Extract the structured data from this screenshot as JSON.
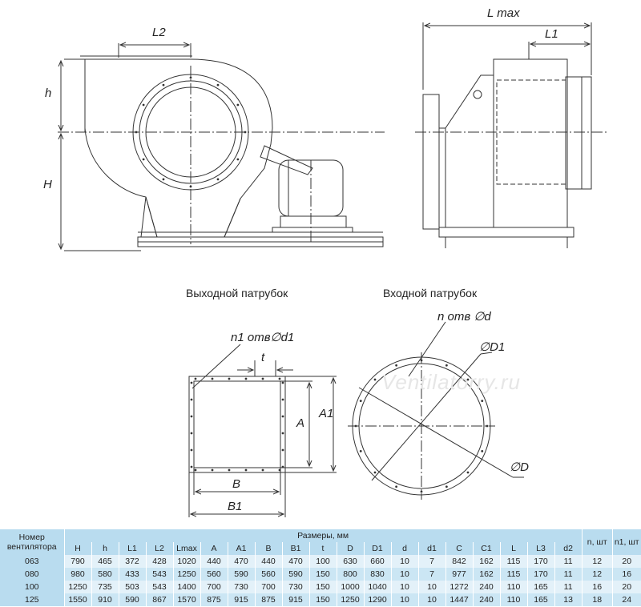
{
  "labels": {
    "L2": "L2",
    "h": "h",
    "H": "H",
    "Lmax": "L max",
    "L1": "L1",
    "outlet_title": "Выходной патрубок",
    "inlet_title": "Входной патрубок",
    "n1_holes": "n1 отв∅d1",
    "n_holes": "n отв ∅d",
    "t": "t",
    "A": "A",
    "A1": "A1",
    "B": "B",
    "B1": "B1",
    "D1": "∅D1",
    "D": "∅D"
  },
  "watermark": "Ventilatorry.ru",
  "table": {
    "fan_number_header": "Номер вентилятора",
    "dims_header": "Размеры, мм",
    "n_header": "n, шт",
    "n1_header": "n1, шт",
    "columns": [
      "H",
      "h",
      "L1",
      "L2",
      "Lmax",
      "A",
      "A1",
      "B",
      "B1",
      "t",
      "D",
      "D1",
      "d",
      "d1",
      "C",
      "C1",
      "L",
      "L3",
      "d2"
    ],
    "rows": [
      {
        "num": "063",
        "vals": [
          "790",
          "465",
          "372",
          "428",
          "1020",
          "440",
          "470",
          "440",
          "470",
          "100",
          "630",
          "660",
          "10",
          "7",
          "842",
          "162",
          "115",
          "170",
          "11"
        ],
        "n": "12",
        "n1": "20"
      },
      {
        "num": "080",
        "vals": [
          "980",
          "580",
          "433",
          "543",
          "1250",
          "560",
          "590",
          "560",
          "590",
          "150",
          "800",
          "830",
          "10",
          "7",
          "977",
          "162",
          "115",
          "170",
          "11"
        ],
        "n": "12",
        "n1": "16"
      },
      {
        "num": "100",
        "vals": [
          "1250",
          "735",
          "503",
          "543",
          "1400",
          "700",
          "730",
          "700",
          "730",
          "150",
          "1000",
          "1040",
          "10",
          "10",
          "1272",
          "240",
          "110",
          "165",
          "11"
        ],
        "n": "16",
        "n1": "20"
      },
      {
        "num": "125",
        "vals": [
          "1550",
          "910",
          "590",
          "867",
          "1570",
          "875",
          "915",
          "875",
          "915",
          "150",
          "1250",
          "1290",
          "10",
          "10",
          "1447",
          "240",
          "110",
          "165",
          "13"
        ],
        "n": "18",
        "n1": "24"
      }
    ]
  }
}
